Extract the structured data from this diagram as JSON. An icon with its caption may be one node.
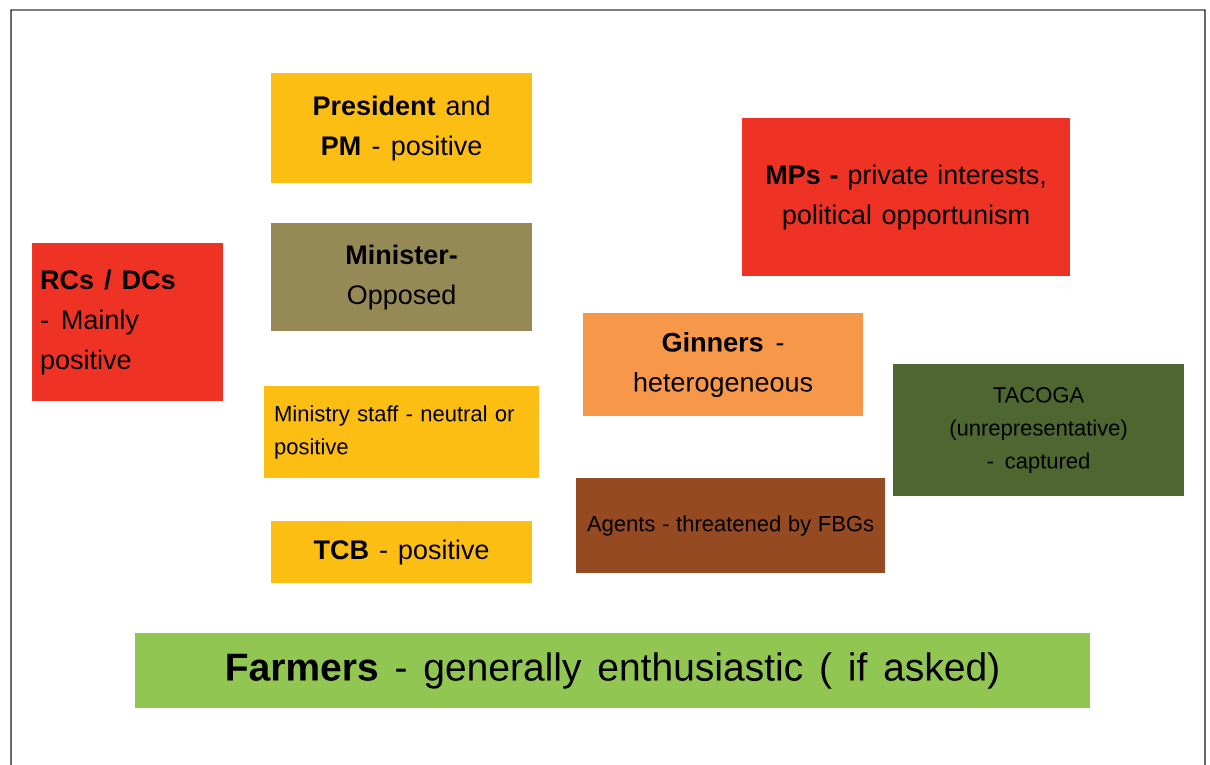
{
  "diagram": {
    "nodes": [
      {
        "text": [
          "**President** and **PM** - positive"
        ]
      },
      {
        "text": [
          "**MPs -** private interests, political opportunism"
        ]
      },
      {
        "text": [
          "**RCs / DCs** - Mainly positive"
        ]
      },
      {
        "text": [
          "**Minister-** Opposed"
        ]
      },
      {
        "text": [
          "**Ginners** - heterogeneous"
        ]
      },
      {
        "text": [
          "Ministry staff - neutral or positive"
        ]
      },
      {
        "text": [
          "TACOGA (unrepresentative) - captured"
        ]
      },
      {
        "text": [
          "Agents - threatened by FBGs"
        ]
      },
      {
        "text": [
          "**TCB** - positive"
        ]
      },
      {
        "text": [
          "**Farmers** - generally enthusiastic ( if asked)"
        ]
      }
    ]
  }
}
